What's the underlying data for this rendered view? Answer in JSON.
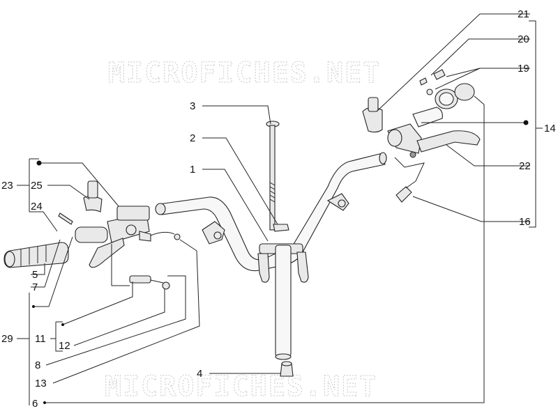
{
  "watermark": {
    "text": "MICROFICHES.NET"
  },
  "callouts": {
    "n1": "1",
    "n2": "2",
    "n3": "3",
    "n4": "4",
    "n5": "5",
    "n6": "6",
    "n7": "7",
    "n8": "8",
    "n11": "11",
    "n12": "12",
    "n13": "13",
    "n14": "14",
    "n16": "16",
    "n19": "19",
    "n20": "20",
    "n21": "21",
    "n22": "22",
    "n23": "23",
    "n24": "24",
    "n25": "25",
    "n29": "29"
  }
}
